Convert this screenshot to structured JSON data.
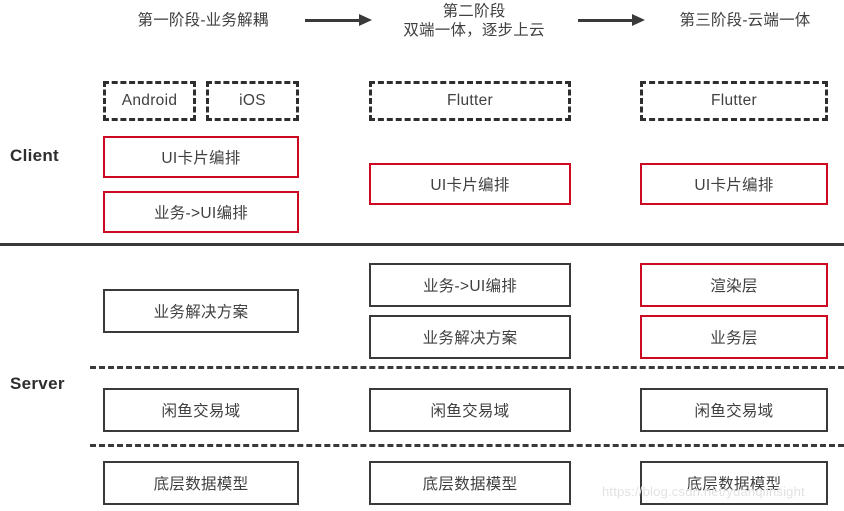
{
  "diagram": {
    "title_stages": [
      {
        "id": "stage-1",
        "label": "第一阶段-业务解耦"
      },
      {
        "id": "stage-2",
        "label": "第二阶段\n双端一体，逐步上云"
      },
      {
        "id": "stage-3",
        "label": "第三阶段-云端一体"
      }
    ],
    "side_labels": {
      "client": "Client",
      "server": "Server"
    },
    "colors": {
      "highlight_red": "#cc0a21",
      "ink_dark": "#3a3a3a",
      "text": "#404040",
      "background": "#ffffff"
    },
    "client": {
      "columns": [
        {
          "platform_boxes": [
            {
              "label": "Android",
              "style": "dashed-dark"
            },
            {
              "label": "iOS",
              "style": "dashed-dark"
            }
          ],
          "boxes": [
            {
              "label": "UI卡片编排",
              "style": "solid-red"
            },
            {
              "label": "业务->UI编排",
              "style": "solid-red"
            }
          ]
        },
        {
          "platform_boxes": [
            {
              "label": "Flutter",
              "style": "dashed-dark"
            }
          ],
          "boxes": [
            {
              "label": "UI卡片编排",
              "style": "solid-red"
            }
          ]
        },
        {
          "platform_boxes": [
            {
              "label": "Flutter",
              "style": "dashed-dark"
            }
          ],
          "boxes": [
            {
              "label": "UI卡片编排",
              "style": "solid-red"
            }
          ]
        }
      ]
    },
    "server": {
      "columns": [
        {
          "upper_boxes": [
            {
              "label": "业务解决方案",
              "style": "solid-dark"
            }
          ],
          "middle_box": {
            "label": "闲鱼交易域",
            "style": "solid-dark"
          },
          "bottom_box": {
            "label": "底层数据模型",
            "style": "solid-dark"
          }
        },
        {
          "upper_boxes": [
            {
              "label": "业务->UI编排",
              "style": "solid-dark"
            },
            {
              "label": "业务解决方案",
              "style": "solid-dark"
            }
          ],
          "middle_box": {
            "label": "闲鱼交易域",
            "style": "solid-dark"
          },
          "bottom_box": {
            "label": "底层数据模型",
            "style": "solid-dark"
          }
        },
        {
          "upper_boxes": [
            {
              "label": "渲染层",
              "style": "solid-red"
            },
            {
              "label": "业务层",
              "style": "solid-red"
            }
          ],
          "middle_box": {
            "label": "闲鱼交易域",
            "style": "solid-dark"
          },
          "bottom_box": {
            "label": "底层数据模型",
            "style": "solid-dark"
          }
        }
      ]
    },
    "watermark": "https://blog.csdn.net/yuanqiinsight"
  }
}
